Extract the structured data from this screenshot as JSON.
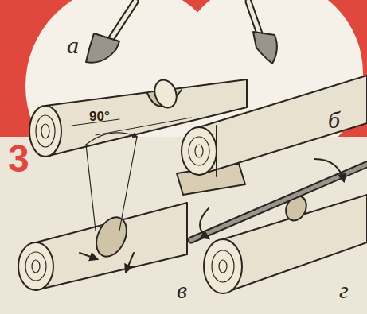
{
  "diagram": {
    "labels": [
      "а",
      "б",
      "3",
      "90°",
      "в",
      "г"
    ]
  }
}
